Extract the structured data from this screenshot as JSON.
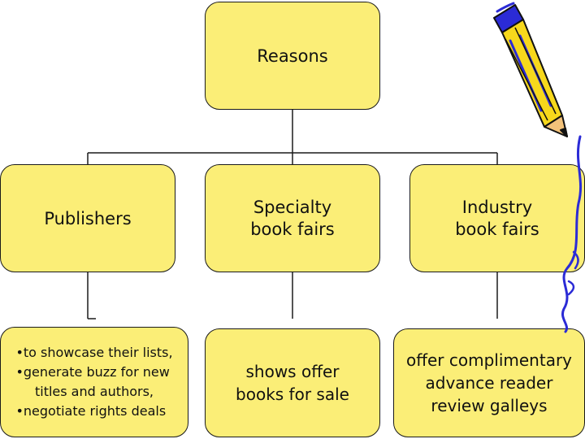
{
  "root": {
    "label": "Reasons"
  },
  "level1": [
    {
      "label": "Publishers"
    },
    {
      "label": "Specialty\nbook fairs"
    },
    {
      "label": "Industry\nbook fairs"
    }
  ],
  "level2": {
    "publishers_bullets": [
      "•to showcase their lists,",
      "•generate buzz for new",
      "titles and authors,",
      "•negotiate rights deals"
    ],
    "specialty": "shows offer\nbooks for sale",
    "industry": "offer complimentary\nadvance reader\nreview galleys"
  },
  "colors": {
    "box_fill": "#fbee77",
    "pencil_body": "#f7d81c",
    "pencil_accent": "#2b2bd6"
  },
  "icons": {
    "pencil": "pencil-icon"
  }
}
